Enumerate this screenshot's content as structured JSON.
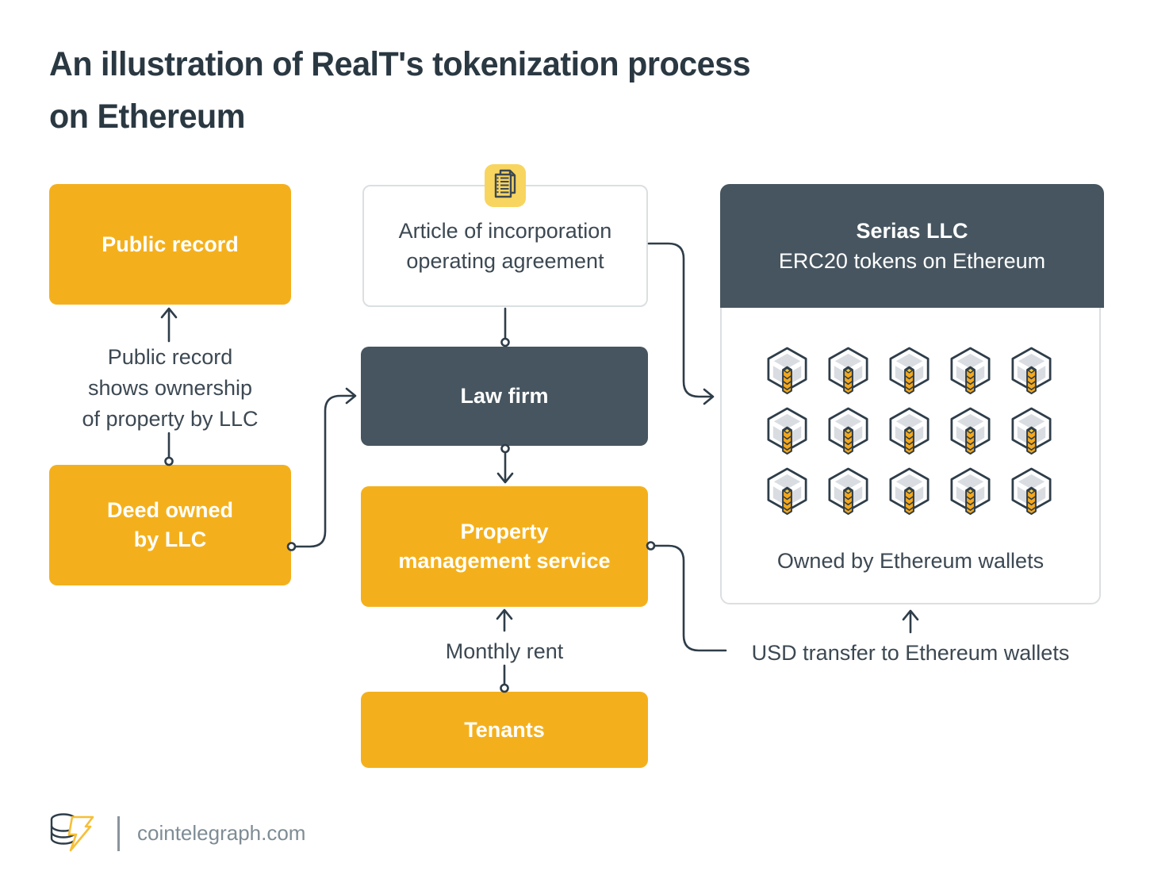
{
  "title": "An illustration of RealT's tokenization process\non Ethereum",
  "colors": {
    "node_yellow": "#F4B01C",
    "node_slate": "#46555F",
    "line_ink": "#2E3D49",
    "title_text": "#2A3842",
    "body_text": "#3C4852",
    "box_border": "#DBDFE2",
    "icon_yellow": "#F8D55F",
    "cube_gray": "#D9DDE1",
    "token_gold": "#F5A81C",
    "footer_gray": "#7E8C95"
  },
  "nodes": {
    "public_record": {
      "label": "Public record"
    },
    "deed": {
      "label": "Deed owned\nby LLC"
    },
    "article": {
      "label": "Article of incorporation\noperating agreement",
      "icon": "documents-icon"
    },
    "law_firm": {
      "label": "Law firm"
    },
    "property_management": {
      "label": "Property\nmanagement service"
    },
    "tenants": {
      "label": "Tenants"
    },
    "serias": {
      "title": "Serias LLC",
      "subtitle": "ERC20 tokens on Ethereum",
      "caption": "Owned by Ethereum wallets",
      "token_grid": {
        "rows": 3,
        "cols": 5,
        "icon": "token-cube-icon"
      }
    }
  },
  "annotations": {
    "ownership": "Public record\nshows ownership\nof property by LLC",
    "monthly_rent": "Monthly rent",
    "usd_transfer": "USD transfer to Ethereum wallets"
  },
  "footer": {
    "site": "cointelegraph.com",
    "logo": "cointelegraph-logo"
  }
}
